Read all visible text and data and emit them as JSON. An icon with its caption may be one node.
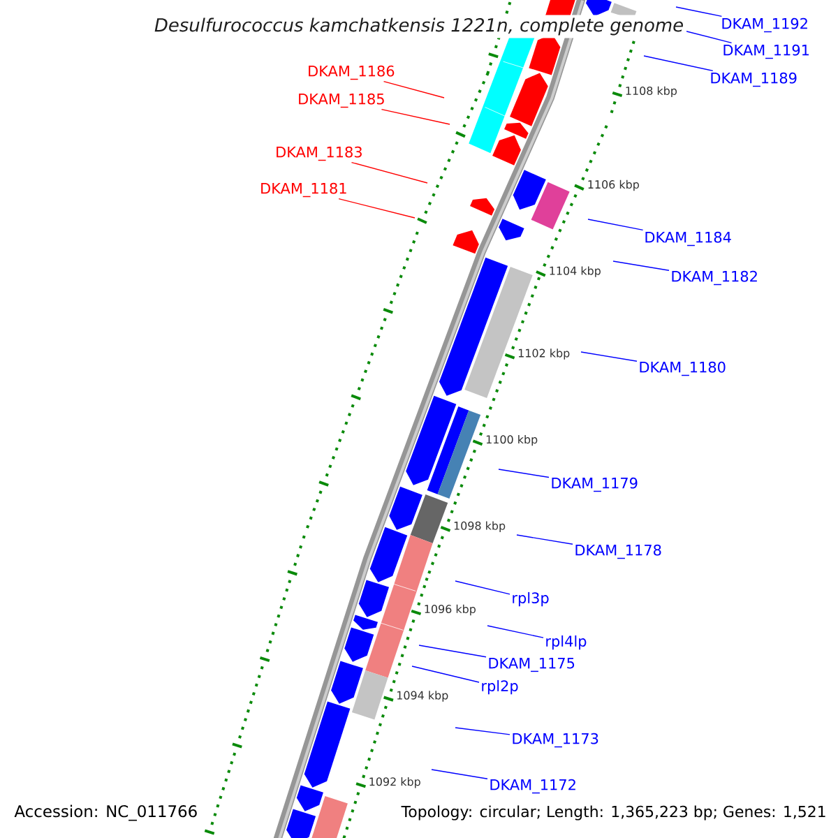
{
  "diagram": {
    "title": "Desulfurococcus kamchatkensis 1221n, complete genome",
    "nodes": [
      {
        "text": [
          "DKAM_1192"
        ]
      },
      {
        "text": [
          "DKAM_1191"
        ]
      },
      {
        "text": [
          "DKAM_1189"
        ]
      },
      {
        "text": [
          "DKAM_1186"
        ]
      },
      {
        "text": [
          "DKAM_1185"
        ]
      },
      {
        "text": [
          "DKAM_1183"
        ]
      },
      {
        "text": [
          "DKAM_1181"
        ]
      },
      {
        "text": [
          "DKAM_1184"
        ]
      },
      {
        "text": [
          "DKAM_1182"
        ]
      },
      {
        "text": [
          "DKAM_1180"
        ]
      },
      {
        "text": [
          "DKAM_1179"
        ]
      },
      {
        "text": [
          "DKAM_1178"
        ]
      },
      {
        "text": [
          "rpl3p"
        ]
      },
      {
        "text": [
          "rpl4lp"
        ]
      },
      {
        "text": [
          "DKAM_1175"
        ]
      },
      {
        "text": [
          "rpl2p"
        ]
      },
      {
        "text": [
          "DKAM_1173"
        ]
      },
      {
        "text": [
          "DKAM_1172"
        ]
      }
    ],
    "edges": [
      {
        "from": 0,
        "to": null,
        "arrow": "none"
      },
      {
        "from": 1,
        "to": null,
        "arrow": "none"
      },
      {
        "from": 2,
        "to": null,
        "arrow": "none"
      },
      {
        "from": 3,
        "to": null,
        "arrow": "none",
        "color": "#ff0000"
      },
      {
        "from": 4,
        "to": null,
        "arrow": "none",
        "color": "#ff0000"
      },
      {
        "from": 5,
        "to": null,
        "arrow": "none",
        "color": "#ff0000"
      },
      {
        "from": 6,
        "to": null,
        "arrow": "none",
        "color": "#ff0000"
      },
      {
        "from": 7,
        "to": null,
        "arrow": "none"
      },
      {
        "from": 8,
        "to": null,
        "arrow": "none"
      },
      {
        "from": 9,
        "to": null,
        "arrow": "none"
      },
      {
        "from": 10,
        "to": null,
        "arrow": "none"
      },
      {
        "from": 11,
        "to": null,
        "arrow": "none"
      },
      {
        "from": 12,
        "to": null,
        "arrow": "none"
      },
      {
        "from": 13,
        "to": null,
        "arrow": "none"
      },
      {
        "from": 14,
        "to": null,
        "arrow": "none"
      },
      {
        "from": 15,
        "to": null,
        "arrow": "none"
      },
      {
        "from": 16,
        "to": null,
        "arrow": "none"
      },
      {
        "from": 17,
        "to": null,
        "arrow": "none"
      }
    ],
    "labels": [
      "1108 kbp",
      "1106 kbp",
      "1104 kbp",
      "1102 kbp",
      "1100 kbp",
      "1098 kbp",
      "1096 kbp",
      "1094 kbp",
      "1092 kbp",
      "Accession: NC_011766",
      "Topology: circular; Length: 1,365,223 bp; Genes: 1,521"
    ]
  }
}
